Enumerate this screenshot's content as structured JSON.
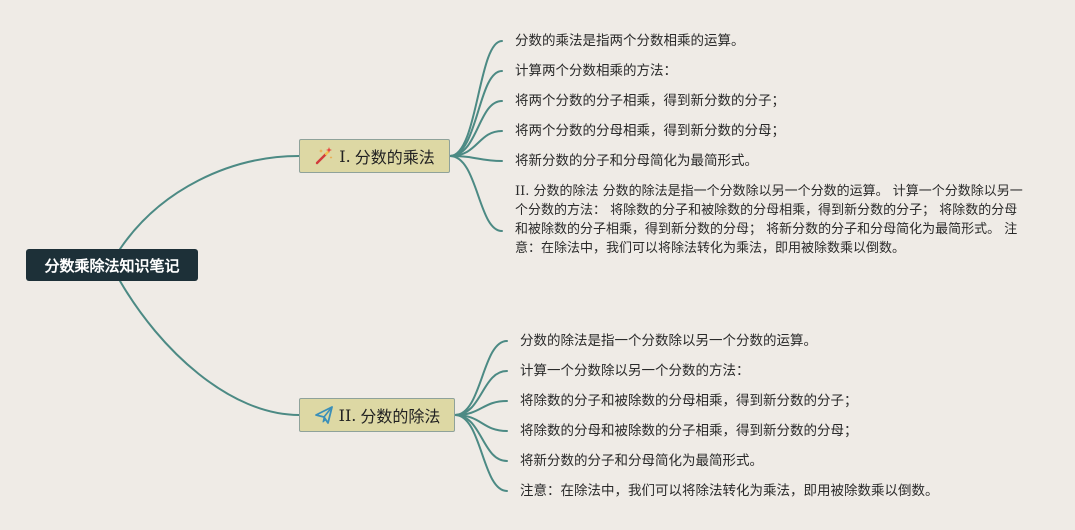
{
  "root": {
    "label": "分数乘除法知识笔记"
  },
  "branches": [
    {
      "numeral": "I.",
      "title": "分数的乘法",
      "icon": "magic-wand-icon",
      "children": [
        "分数的乘法是指两个分数相乘的运算。",
        "计算两个分数相乘的方法：",
        "将两个分数的分子相乘，得到新分数的分子；",
        "将两个分数的分母相乘，得到新分数的分母；",
        "将新分数的分子和分母简化为最简形式。",
        {
          "numeral": "II.",
          "text": "分数的除法 分数的除法是指一个分数除以另一个分数的运算。 计算一个分数除以另一个分数的方法： 将除数的分子和被除数的分母相乘，得到新分数的分子； 将除数的分母和被除数的分子相乘，得到新分数的分母； 将新分数的分子和分母简化为最简形式。 注意：在除法中，我们可以将除法转化为乘法，即用被除数乘以倒数。"
        }
      ]
    },
    {
      "numeral": "II.",
      "title": "分数的除法",
      "icon": "paper-plane-icon",
      "children": [
        "分数的除法是指一个分数除以另一个分数的运算。",
        "计算一个分数除以另一个分数的方法：",
        "将除数的分子和被除数的分母相乘，得到新分数的分子；",
        "将除数的分母和被除数的分子相乘，得到新分数的分母；",
        "将新分数的分子和分母简化为最简形式。",
        "注意：在除法中，我们可以将除法转化为乘法，即用被除数乘以倒数。"
      ]
    }
  ],
  "colors": {
    "background": "#efebe6",
    "root_fill": "#1d3038",
    "branch_fill": "#ddd8a4",
    "connector": "#4c8a84"
  }
}
